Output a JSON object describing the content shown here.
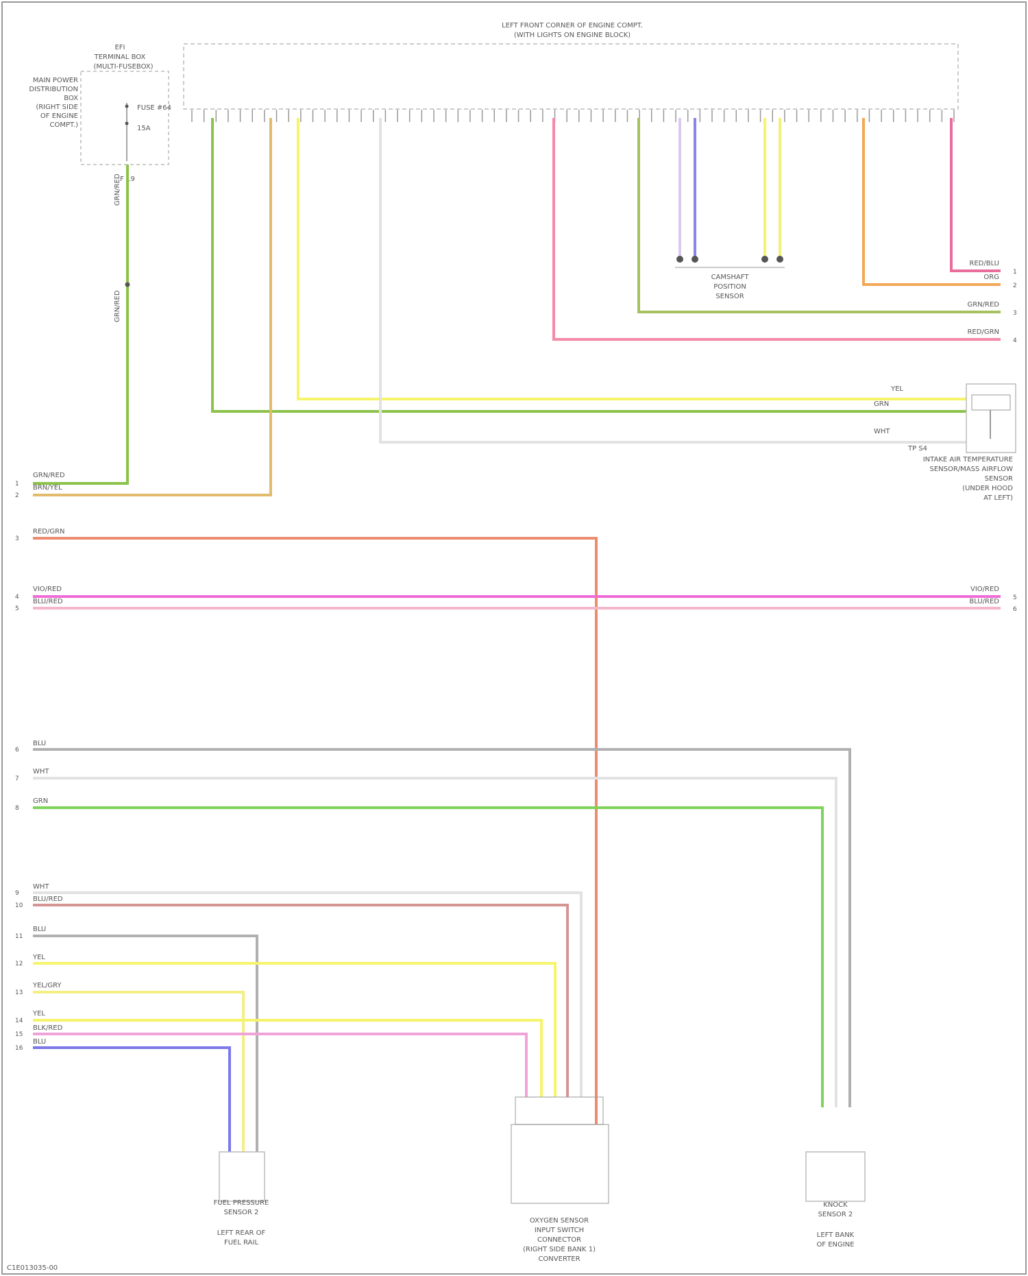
{
  "page": {
    "bg": "#ffffff",
    "frame_color": "#999999",
    "footer_code": "C1E013035-00"
  },
  "ecm": {
    "title_line1": "LEFT FRONT CORNER OF ENGINE COMPT.",
    "title_line2": "(WITH LIGHTS ON ENGINE BLOCK)"
  },
  "components": {
    "fuse": [
      "EFI",
      "TERMINAL BOX",
      "(MULTI-FUSEBOX)"
    ],
    "fuse_left_note": [
      "MAIN POWER",
      "DISTRIBUTION",
      "BOX",
      "(RIGHT SIDE",
      "OF ENGINE",
      "COMPT.)"
    ],
    "fuse_labels": [
      "FUSE #64",
      "15A"
    ],
    "fuse_pin": "F 19",
    "camshaft": [
      "CAMSHAFT",
      "POSITION",
      "SENSOR"
    ],
    "map_sensor": [
      "INTAKE AIR TEMPERATURE",
      "SENSOR/MASS AIRFLOW",
      "SENSOR",
      "(UNDER HOOD",
      "AT LEFT)"
    ],
    "tp_pin": "TP S4",
    "fuel_sensor": [
      "FUEL PRESSURE",
      "SENSOR 2",
      "LEFT REAR OF",
      "FUEL RAIL"
    ],
    "trans_sensor": [
      "OXYGEN SENSOR",
      "INPUT SWITCH",
      "CONNECTOR",
      "(RIGHT SIDE BANK 1)",
      "CONVERTER"
    ],
    "knock_sensor": [
      "KNOCK",
      "SENSOR 2",
      "LEFT BANK",
      "OF ENGINE"
    ]
  },
  "wires": [
    {
      "id": "fuse-ecm",
      "color": "#8bc34a",
      "labels": [
        "GRN/RED",
        "GRN/RED"
      ],
      "left_pin": "1"
    },
    {
      "id": "ecm-pin2",
      "color": "#e3bb6d",
      "labels": [
        "BRN/YEL"
      ],
      "left_pin": "2"
    },
    {
      "id": "wire-3",
      "color": "#ed8b6f",
      "labels": [
        "RED/GRN"
      ],
      "left_pin": "3"
    },
    {
      "id": "wire-4",
      "color": "#f06bd5",
      "labels": [
        "VIO/RED"
      ],
      "left_pin": "4"
    },
    {
      "id": "wire-5",
      "color": "#f4b6c9",
      "labels": [
        "BLU/RED"
      ],
      "left_pin": "5"
    },
    {
      "id": "wire-6",
      "color": "#b0b0b0",
      "labels": [
        "BLU"
      ],
      "left_pin": "6"
    },
    {
      "id": "wire-7",
      "color": "#d9d9d9",
      "labels": [
        "WHT"
      ],
      "left_pin": "7"
    },
    {
      "id": "wire-8",
      "color": "#7fd35a",
      "labels": [
        "GRN"
      ],
      "left_pin": "8"
    },
    {
      "id": "wire-9",
      "color": "#d9d9d9",
      "labels": [
        "WHT"
      ],
      "left_pin": "9"
    },
    {
      "id": "wire-10",
      "color": "#d59595",
      "labels": [
        "BLU/RED"
      ],
      "left_pin": "10"
    },
    {
      "id": "wire-11",
      "color": "#b0b0b0",
      "labels": [
        "BLU"
      ],
      "left_pin": "11"
    },
    {
      "id": "wire-12",
      "color": "#f6f46a",
      "labels": [
        "YEL"
      ],
      "left_pin": "12"
    },
    {
      "id": "wire-13",
      "color": "#f4ef85",
      "labels": [
        "YEL/GRY"
      ],
      "left_pin": "13"
    },
    {
      "id": "wire-14",
      "color": "#f6f46a",
      "labels": [
        "YEL"
      ],
      "left_pin": "14"
    },
    {
      "id": "wire-15",
      "color": "#f0a3d8",
      "labels": [
        "BLK/RED"
      ],
      "left_pin": "15"
    },
    {
      "id": "wire-16",
      "color": "#7b78ea",
      "labels": [
        "BLU"
      ],
      "left_pin": "16"
    }
  ],
  "right_labels": {
    "r1": "RED/BLU",
    "r2": "ORG",
    "r3": "GRN/RED",
    "r4": "RED/GRN",
    "r5": "VIO/RED",
    "r6": "BLU/RED",
    "map1": "YEL",
    "map2": "GRN",
    "map3": "WHT"
  },
  "colors": {
    "green": "#8bc34a",
    "lightgreen": "#7fd35a",
    "tan": "#e3bb6d",
    "yellow": "#f6f46a",
    "white": "#d9d9d9",
    "pink": "#f58aa9",
    "magenta": "#f06bd5",
    "salmon": "#ed8b6f",
    "orange": "#f4a857",
    "olive": "#a7c060",
    "violet": "#b9a6e6",
    "blue": "#7b78ea",
    "gray": "#b0b0b0",
    "mauve": "#d59595",
    "lightpink": "#f4b6c9"
  }
}
